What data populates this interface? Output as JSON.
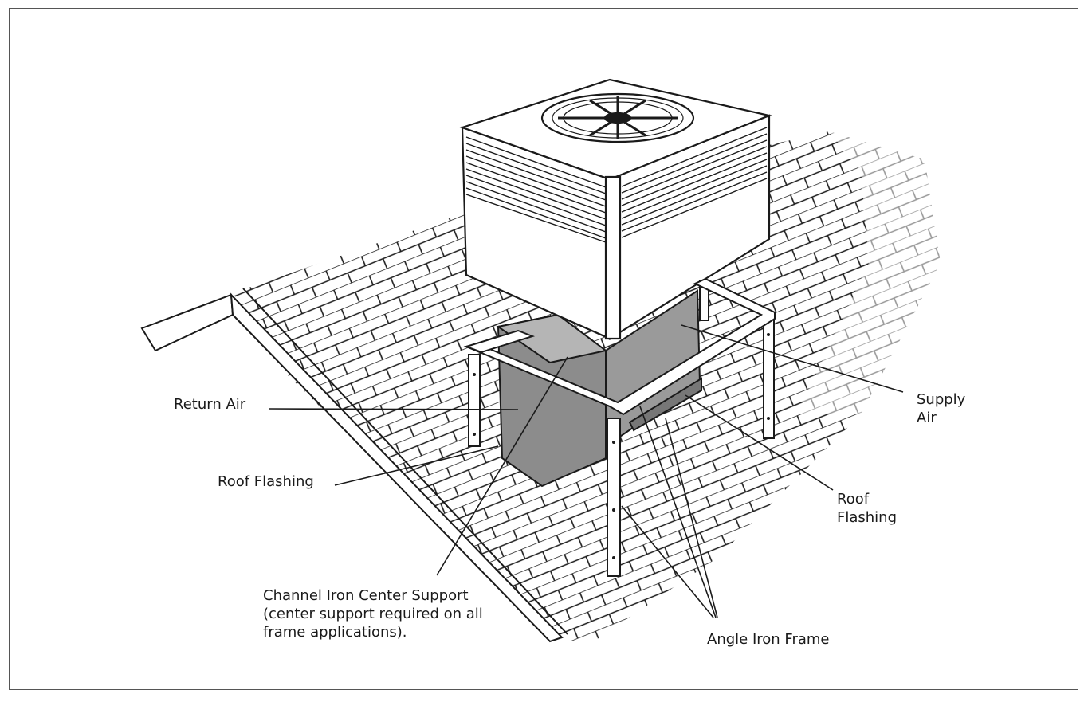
{
  "labels": {
    "return_air": "Return Air",
    "roof_flashing_left": "Roof Flashing",
    "supply_air_line1": "Supply",
    "supply_air_line2": "Air",
    "roof_flashing_right_line1": "Roof",
    "roof_flashing_right_line2": "Flashing",
    "channel_iron_line1": "Channel Iron Center Support",
    "channel_iron_line2": "(center support required on all",
    "channel_iron_line3": "frame applications).",
    "angle_iron_frame": "Angle Iron Frame"
  },
  "colors": {
    "line": "#1a1a1a",
    "duct": "#8c8c8c",
    "unit": "#ffffff",
    "roof": "#ffffff"
  }
}
